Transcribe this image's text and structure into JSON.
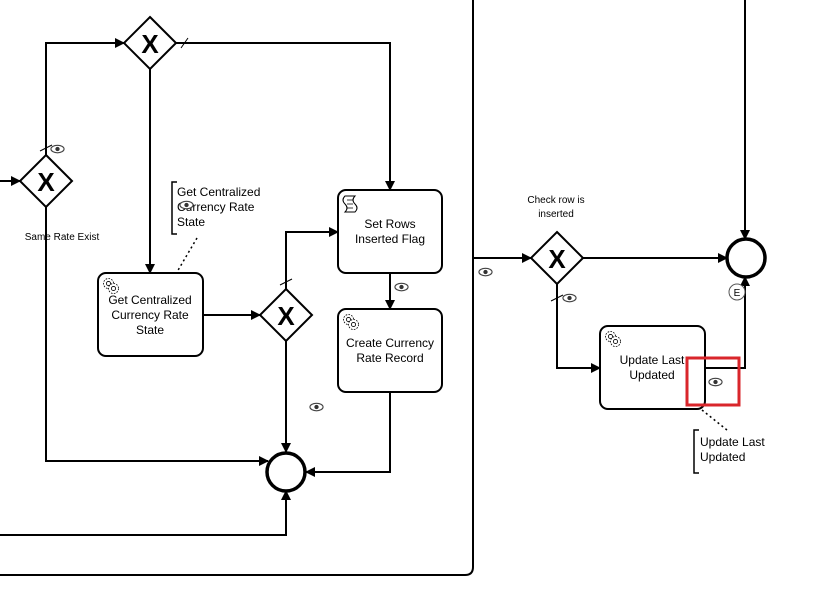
{
  "diagram": {
    "gateways": {
      "same_rate_exist": {
        "label": "Same Rate Exist",
        "symbol": "X"
      },
      "top": {
        "symbol": "X"
      },
      "mid": {
        "symbol": "X"
      },
      "check_row": {
        "label_line1": "Check row is",
        "label_line2": "inserted",
        "symbol": "X"
      }
    },
    "tasks": {
      "get_crs": {
        "line1": "Get Centralized",
        "line2": "Currency Rate",
        "line3": "State",
        "icon": "gear-icon"
      },
      "set_rows": {
        "line1": "Set Rows",
        "line2": "Inserted Flag",
        "icon": "script-icon"
      },
      "create_rate": {
        "line1": "Create Currency",
        "line2": "Rate Record",
        "icon": "gear-icon"
      },
      "update_last": {
        "line1": "Update Last",
        "line2": "Updated",
        "icon": "gear-icon"
      }
    },
    "annotations": {
      "get_crs": {
        "line1": "Get Centralized",
        "line2": "Currency Rate",
        "line3": "State"
      },
      "update_last": {
        "line1": "Update Last",
        "line2": "Updated"
      }
    },
    "end_marker": "E",
    "highlight_color": "#d9262b"
  }
}
